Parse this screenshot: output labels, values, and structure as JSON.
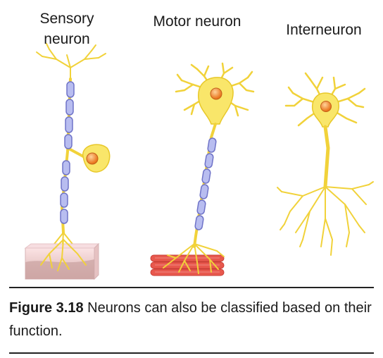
{
  "labels": {
    "sensory": "Sensory neuron",
    "motor": "Motor neuron",
    "interneuron": "Interneuron"
  },
  "caption": {
    "figure_id": "Figure 3.18",
    "text": " Neurons can also be classified based on their function."
  },
  "colors": {
    "neuron_fill": "#f9e66a",
    "neuron_stroke": "#e8c829",
    "myelin_fill": "#b8bdf0",
    "myelin_stroke": "#6f73c8",
    "nucleus": "#f08a2a",
    "muscle": "#e8584d",
    "skin_top": "#f6d6d8",
    "skin_bottom": "#caa0a0"
  }
}
